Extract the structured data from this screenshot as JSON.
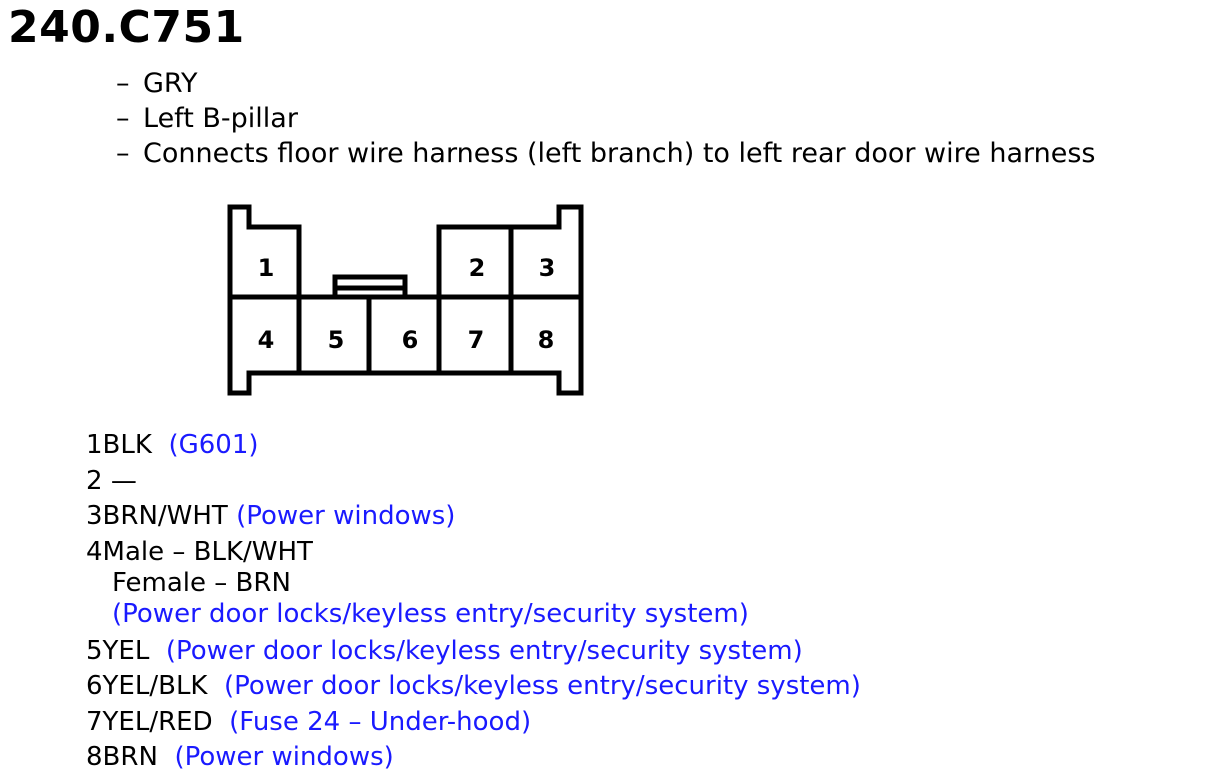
{
  "title": "240.C751",
  "description": [
    "GRY",
    "Left B-pillar",
    "Connects floor wire harness (left branch) to left rear door wire harness"
  ],
  "description_dash": "–",
  "connector": {
    "cavities": [
      "1",
      "2",
      "3",
      "4",
      "5",
      "6",
      "7",
      "8"
    ]
  },
  "pins": {
    "p1": {
      "num": "1",
      "wire": "BLK",
      "note": "(G601)"
    },
    "p2": {
      "num": "2",
      "wire": "—"
    },
    "p3": {
      "num": "3",
      "wire": "BRN/WHT",
      "note": "(Power windows)"
    },
    "p4": {
      "num": "4",
      "wire": "Male – BLK/WHT",
      "wire2": "Female – BRN",
      "note": "(Power door locks/keyless entry/security system)"
    },
    "p5": {
      "num": "5",
      "wire": "YEL",
      "note": "(Power door locks/keyless entry/security system)"
    },
    "p6": {
      "num": "6",
      "wire": "YEL/BLK",
      "note": "(Power door locks/keyless entry/security system)"
    },
    "p7": {
      "num": "7",
      "wire": "YEL/RED",
      "note": "(Fuse 24 – Under-hood)"
    },
    "p8": {
      "num": "8",
      "wire": "BRN",
      "note": "(Power windows)"
    }
  },
  "colors": {
    "text": "#000000",
    "link": "#1a1aff"
  }
}
